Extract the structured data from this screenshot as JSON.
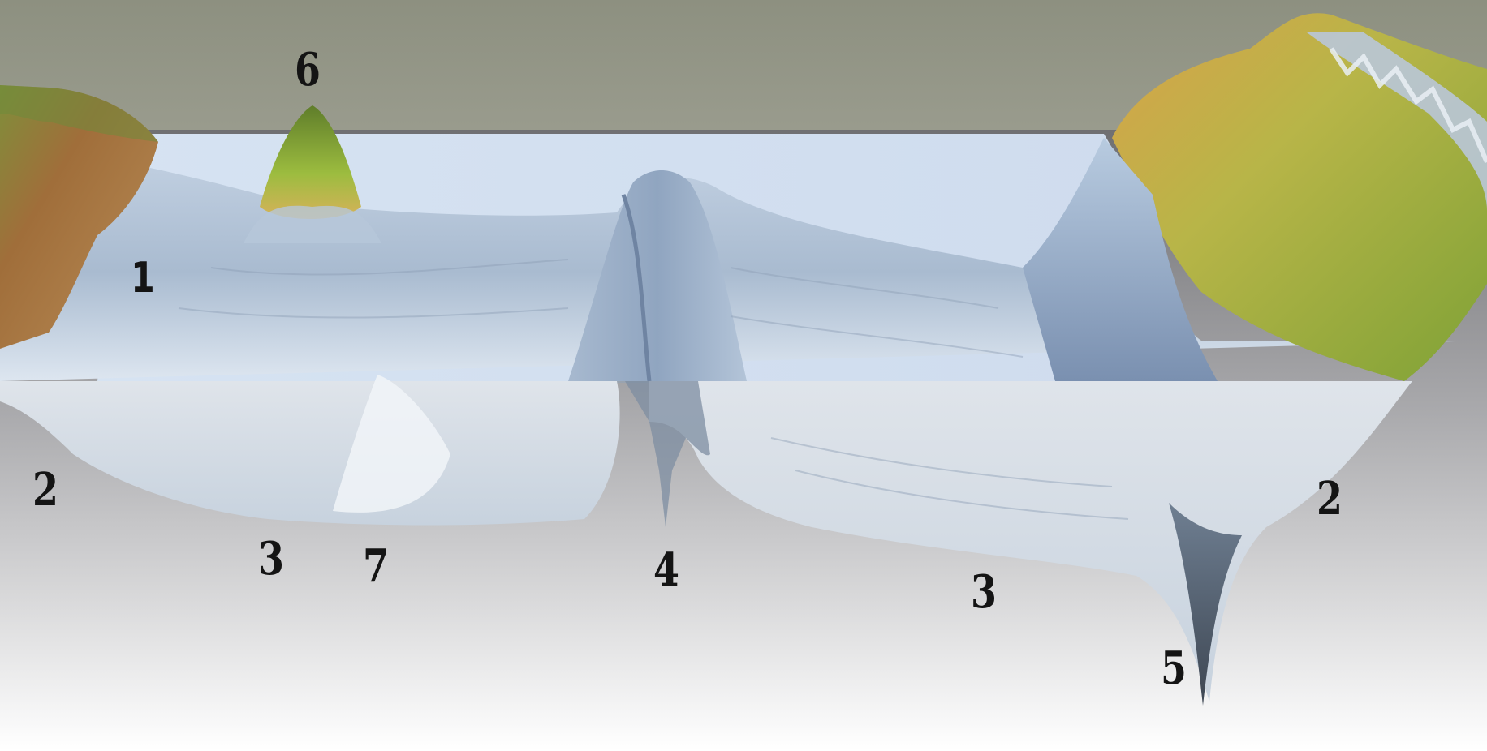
{
  "diagram": {
    "labels": {
      "label_1": "1",
      "label_2_left": "2",
      "label_2_right": "2",
      "label_3_left": "3",
      "label_3_right": "3",
      "label_4": "4",
      "label_5": "5",
      "label_6": "6",
      "label_7": "7"
    },
    "colors": {
      "sky": "#8f9282",
      "water_surface": "#d4e2f1",
      "ocean_floor_light": "#e6edf5",
      "ocean_floor_shadow": "#8a9db3",
      "land_left": "#9a6b3c",
      "land_right_green": "#8cab3a",
      "land_right_gold": "#c99a3a",
      "label_text": "#141414"
    }
  }
}
